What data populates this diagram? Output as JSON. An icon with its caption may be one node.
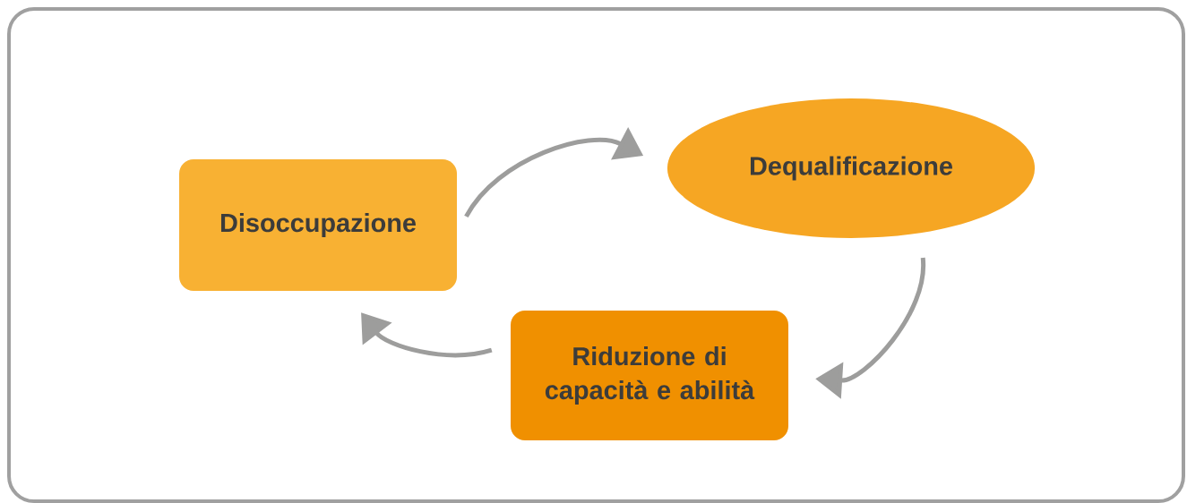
{
  "diagram": {
    "nodes": [
      {
        "text": [
          "Disoccupazione"
        ]
      },
      {
        "text": [
          "Dequalificazione"
        ]
      },
      {
        "text": [
          "Riduzione di capacità e abilità"
        ]
      }
    ],
    "edges": [
      {
        "from": 0,
        "to": 1,
        "arrow": "to"
      },
      {
        "from": 1,
        "to": 2,
        "arrow": "to"
      },
      {
        "from": 2,
        "to": 0,
        "arrow": "to"
      }
    ]
  }
}
